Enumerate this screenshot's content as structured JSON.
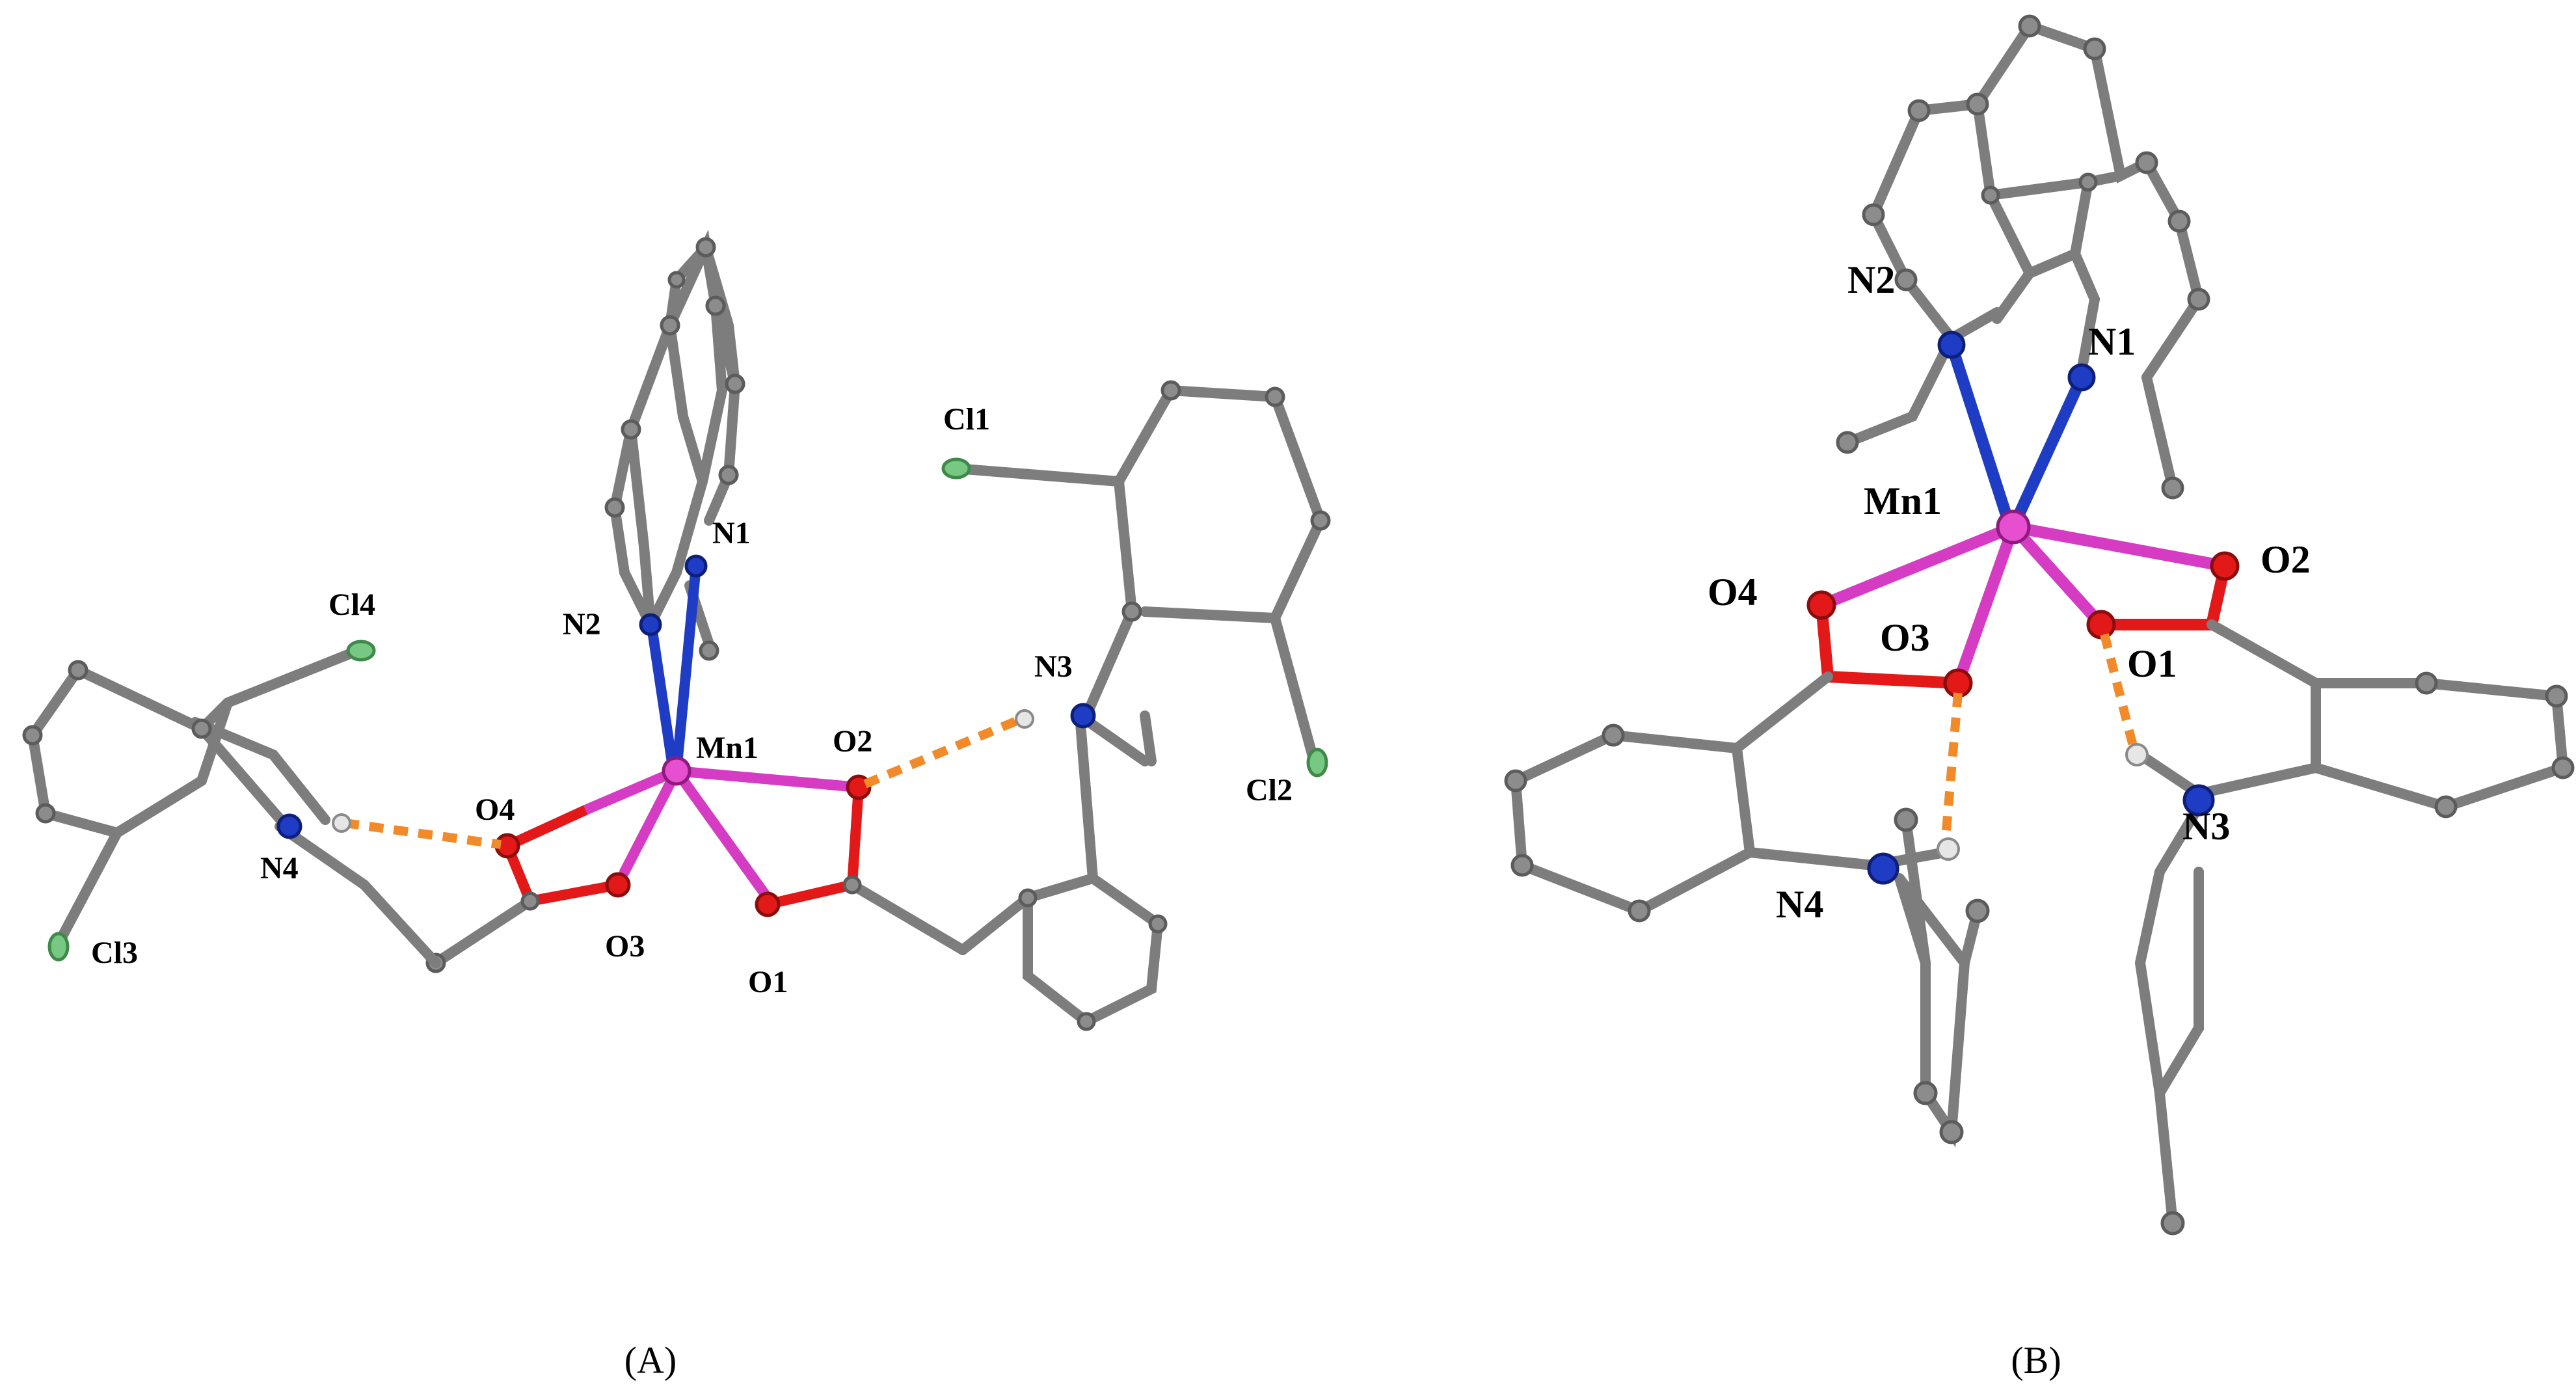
{
  "panels": [
    {
      "id": "A",
      "caption": "(A)",
      "labels": {
        "cl4": "Cl4",
        "cl3": "Cl3",
        "cl1": "Cl1",
        "cl2": "Cl2",
        "n1": "N1",
        "n2": "N2",
        "n3": "N3",
        "n4": "N4",
        "mn1": "Mn1",
        "o1": "O1",
        "o2": "O2",
        "o3": "O3",
        "o4": "O4"
      }
    },
    {
      "id": "B",
      "caption": "(B)",
      "labels": {
        "n1": "N1",
        "n2": "N2",
        "n3": "N3",
        "n4": "N4",
        "mn1": "Mn1",
        "o1": "O1",
        "o2": "O2",
        "o3": "O3",
        "o4": "O4"
      }
    }
  ],
  "colors": {
    "carbon": "#8c8c8c",
    "nitrogen": "#1f3cc4",
    "oxygen": "#e31818",
    "chlorine": "#76c882",
    "hydrogen": "#e6e6e6",
    "manganese": "#e64fd0",
    "hydrogen_bond": "#f28a2a"
  }
}
